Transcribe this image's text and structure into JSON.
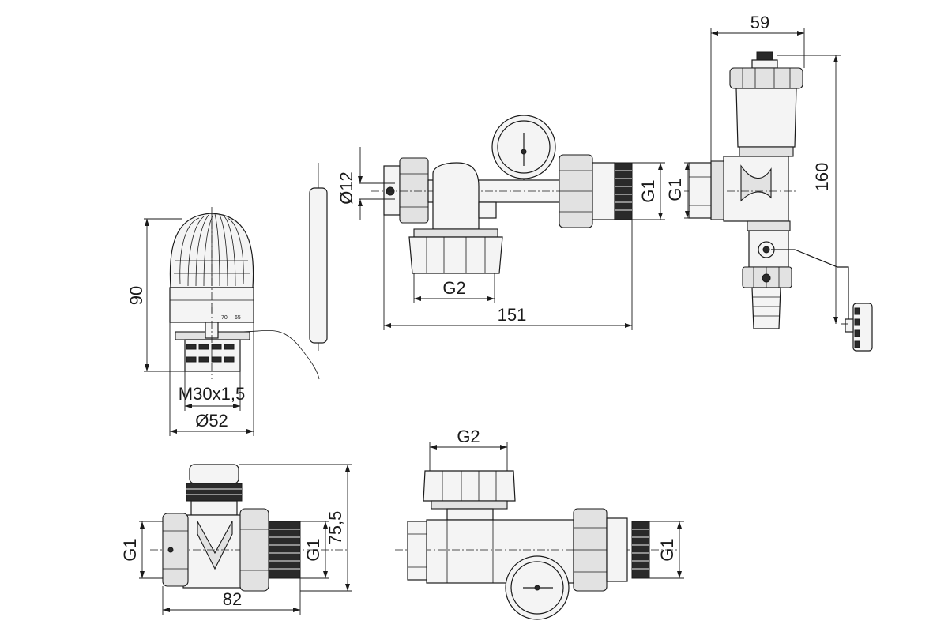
{
  "dimensions": {
    "thermohead_height": "90",
    "thermohead_thread": "M30x1,5",
    "thermohead_diameter": "Ø52",
    "capillary_diameter": "Ø12",
    "gauge_tee_g2": "G2",
    "gauge_tee_length": "151",
    "gauge_tee_g1": "G1",
    "vent_group_g1": "G1",
    "vent_group_width": "59",
    "vent_group_height": "160",
    "valve_g1_left": "G1",
    "valve_g1_right": "G1",
    "valve_length": "82",
    "valve_height": "75,5",
    "tee_bottom_g2": "G2",
    "tee_bottom_g1": "G1"
  },
  "scale_marks": [
    "65",
    "70"
  ],
  "colors": {
    "line": "#1a1a1a",
    "body": "#f4f4f4",
    "shade": "#e2e2e2",
    "ring": "#2a2a2a"
  }
}
